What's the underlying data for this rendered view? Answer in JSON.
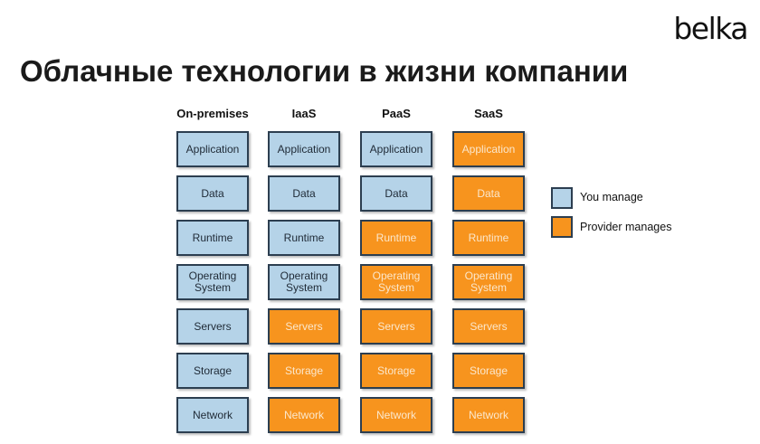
{
  "logo": "belka",
  "title": "Облачные технологии в жизни компании",
  "colors": {
    "you_manage": "#b5d3e8",
    "provider_manages": "#f7941e",
    "border": "#2c3e50"
  },
  "columns": [
    {
      "name": "On-premises",
      "cells": [
        {
          "label": "Application",
          "managed_by": "you"
        },
        {
          "label": "Data",
          "managed_by": "you"
        },
        {
          "label": "Runtime",
          "managed_by": "you"
        },
        {
          "label": "Operating System",
          "managed_by": "you"
        },
        {
          "label": "Servers",
          "managed_by": "you"
        },
        {
          "label": "Storage",
          "managed_by": "you"
        },
        {
          "label": "Network",
          "managed_by": "you"
        }
      ]
    },
    {
      "name": "IaaS",
      "cells": [
        {
          "label": "Application",
          "managed_by": "you"
        },
        {
          "label": "Data",
          "managed_by": "you"
        },
        {
          "label": "Runtime",
          "managed_by": "you"
        },
        {
          "label": "Operating System",
          "managed_by": "you"
        },
        {
          "label": "Servers",
          "managed_by": "provider"
        },
        {
          "label": "Storage",
          "managed_by": "provider"
        },
        {
          "label": "Network",
          "managed_by": "provider"
        }
      ]
    },
    {
      "name": "PaaS",
      "cells": [
        {
          "label": "Application",
          "managed_by": "you"
        },
        {
          "label": "Data",
          "managed_by": "you"
        },
        {
          "label": "Runtime",
          "managed_by": "provider"
        },
        {
          "label": "Operating System",
          "managed_by": "provider"
        },
        {
          "label": "Servers",
          "managed_by": "provider"
        },
        {
          "label": "Storage",
          "managed_by": "provider"
        },
        {
          "label": "Network",
          "managed_by": "provider"
        }
      ]
    },
    {
      "name": "SaaS",
      "cells": [
        {
          "label": "Application",
          "managed_by": "provider"
        },
        {
          "label": "Data",
          "managed_by": "provider"
        },
        {
          "label": "Runtime",
          "managed_by": "provider"
        },
        {
          "label": "Operating System",
          "managed_by": "provider"
        },
        {
          "label": "Servers",
          "managed_by": "provider"
        },
        {
          "label": "Storage",
          "managed_by": "provider"
        },
        {
          "label": "Network",
          "managed_by": "provider"
        }
      ]
    }
  ],
  "legend": [
    {
      "label": "You manage",
      "key": "you"
    },
    {
      "label": "Provider manages",
      "key": "provider"
    }
  ]
}
